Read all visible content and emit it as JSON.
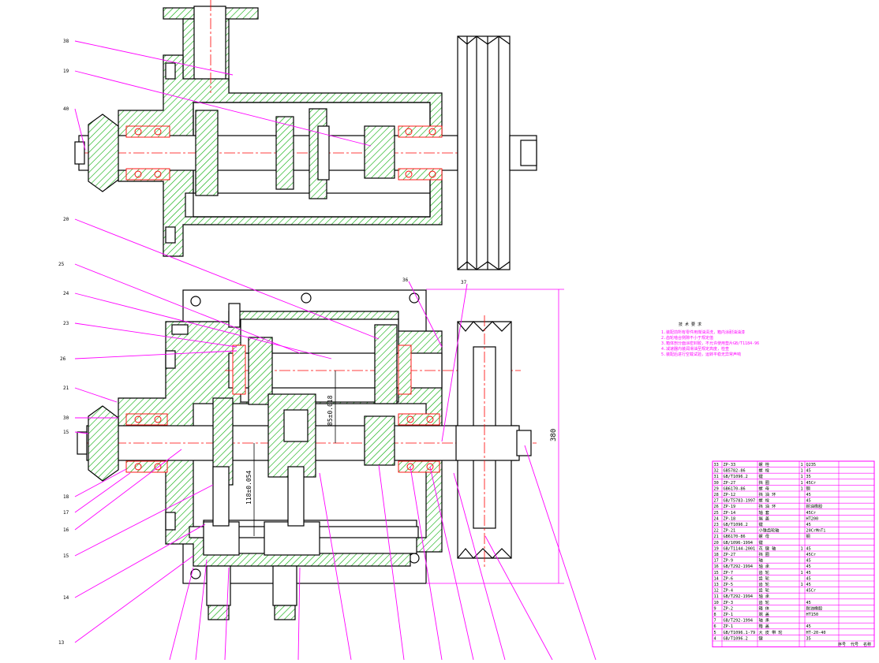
{
  "colors": {
    "background": "#ffffff",
    "outline": "#000000",
    "hatch": "#00aa00",
    "leader": "#ff00ff",
    "centerline": "#ff0000",
    "dimension": "#ff00ff",
    "table_line": "#ff00ff",
    "table_text": "#000000"
  },
  "top_view_callouts": [
    "38",
    "19",
    "40",
    "20"
  ],
  "front_view_callouts": [
    "25",
    "24",
    "23",
    "26",
    "21",
    "30",
    "15",
    "18",
    "17",
    "16",
    "15",
    "14",
    "13"
  ],
  "front_view_top_callouts": [
    "36",
    "37"
  ],
  "dimensions": {
    "height": "380",
    "center_distance": "85±0.018",
    "center_distance_lower": "118±0.054"
  },
  "tech_notes": {
    "title": "技 术 要 求",
    "lines": [
      "1.装配前所有零件用煤油清洗，箱内涂耐油油漆",
      "2.齿轮啮合侧隙不小于规定值",
      "3.箱体剖分面涂密封胶，不允许使用垫片GB/T1184-96",
      "4.减速器内装润滑油至规定高度，检查",
      "5.装配后进行空载试验，运转平稳无异常声响"
    ]
  },
  "bom": {
    "rows": [
      {
        "no": "33",
        "code": "ZP-33",
        "name": "螺 栓",
        "qty": "1",
        "mat": "Q235"
      },
      {
        "no": "32",
        "code": "GB5782-86",
        "name": "螺 栓",
        "qty": "1",
        "mat": "45"
      },
      {
        "no": "31",
        "code": "GB/T1096.2",
        "name": "键",
        "qty": "1",
        "mat": "35"
      },
      {
        "no": "30",
        "code": "ZP-27",
        "name": "挡 圈",
        "qty": "1",
        "mat": "45Cr"
      },
      {
        "no": "29",
        "code": "GB6170-86",
        "name": "螺 母",
        "qty": "1",
        "mat": "钢"
      },
      {
        "no": "28",
        "code": "ZP-12",
        "name": "挡 油 环",
        "qty": "",
        "mat": "45"
      },
      {
        "no": "27",
        "code": "GB/T5783-1997",
        "name": "螺 栓",
        "qty": "",
        "mat": "45"
      },
      {
        "no": "26",
        "code": "ZP-19",
        "name": "挡 油 环",
        "qty": "",
        "mat": "耐油橡胶"
      },
      {
        "no": "25",
        "code": "ZP-14",
        "name": "轴 套",
        "qty": "",
        "mat": "45Cr"
      },
      {
        "no": "24",
        "code": "ZP-18",
        "name": "端 盖",
        "qty": "",
        "mat": "HT200"
      },
      {
        "no": "23",
        "code": "GB/T1096.2",
        "name": "键",
        "qty": "",
        "mat": "45"
      },
      {
        "no": "22",
        "code": "ZP-21",
        "name": "小锥齿轮轴",
        "qty": "",
        "mat": "20CrMnTi"
      },
      {
        "no": "21",
        "code": "GB6170-86",
        "name": "螺 母",
        "qty": "",
        "mat": "钢"
      },
      {
        "no": "20",
        "code": "GB/1096-1994",
        "name": "键",
        "qty": "",
        "mat": ""
      },
      {
        "no": "19",
        "code": "GB/T1144-2001",
        "name": "花 键 轴",
        "qty": "1",
        "mat": "45"
      },
      {
        "no": "18",
        "code": "ZP-27",
        "name": "挡 圈",
        "qty": "",
        "mat": "45Cr"
      },
      {
        "no": "17",
        "code": "ZP-9",
        "name": "轴",
        "qty": "",
        "mat": "45"
      },
      {
        "no": "16",
        "code": "GB/T292-1994",
        "name": "轴 承",
        "qty": "",
        "mat": "45"
      },
      {
        "no": "15",
        "code": "ZP-7",
        "name": "齿 轮",
        "qty": "1",
        "mat": "45"
      },
      {
        "no": "14",
        "code": "ZP-6",
        "name": "齿 轮",
        "qty": "",
        "mat": "45"
      },
      {
        "no": "13",
        "code": "ZP-5",
        "name": "齿 轮",
        "qty": "1",
        "mat": "45"
      },
      {
        "no": "12",
        "code": "ZP-4",
        "name": "齿 轮",
        "qty": "",
        "mat": "45Cr"
      },
      {
        "no": "11",
        "code": "GB/T292-1994",
        "name": "轴 承",
        "qty": "",
        "mat": ""
      },
      {
        "no": "10",
        "code": "ZP-3",
        "name": "齿 轮",
        "qty": "",
        "mat": "45"
      },
      {
        "no": "9",
        "code": "ZP-2",
        "name": "箱 体",
        "qty": "",
        "mat": "耐油橡胶"
      },
      {
        "no": "8",
        "code": "ZP-1",
        "name": "端 盖",
        "qty": "",
        "mat": "HT150"
      },
      {
        "no": "7",
        "code": "GB/T292-1994",
        "name": "轴 承",
        "qty": "",
        "mat": ""
      },
      {
        "no": "6",
        "code": "ZP-1",
        "name": "箱 盖",
        "qty": "",
        "mat": "45"
      },
      {
        "no": "5",
        "code": "GB/T1096.1-79",
        "name": "大 皮 带 轮",
        "qty": "",
        "mat": "HT-20-40"
      },
      {
        "no": "4",
        "code": "GB/T1096.2",
        "name": "键",
        "qty": "",
        "mat": "35"
      }
    ],
    "footer": [
      "序号",
      "代号",
      "名称"
    ]
  }
}
